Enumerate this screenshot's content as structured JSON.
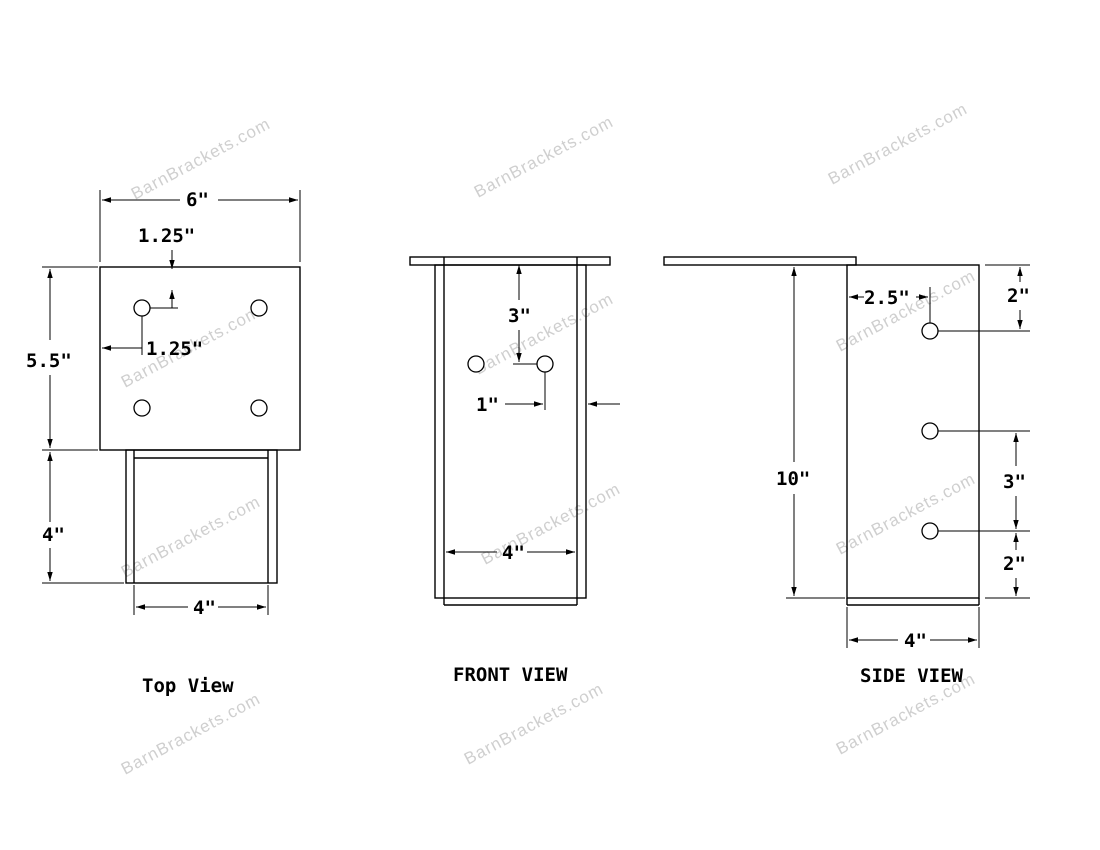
{
  "watermark": "BarnBrackets.com",
  "top_view": {
    "caption": "Top View",
    "dim_width": "6\"",
    "dim_hole_offset_y": "1.25\"",
    "dim_hole_offset_x": "1.25\"",
    "dim_depth": "5.5\"",
    "dim_leg_height": "4\"",
    "dim_inner_width": "4\""
  },
  "front_view": {
    "caption": "FRONT VIEW",
    "dim_hole_drop": "3\"",
    "dim_hole_offset": "1\"",
    "dim_inner_width": "4\""
  },
  "side_view": {
    "caption": "SIDE VIEW",
    "dim_hole_inset": "2.5\"",
    "dim_top_hole": "2\"",
    "dim_height": "10\"",
    "dim_hole_spacing": "3\"",
    "dim_bottom_hole": "2\"",
    "dim_width": "4\""
  }
}
